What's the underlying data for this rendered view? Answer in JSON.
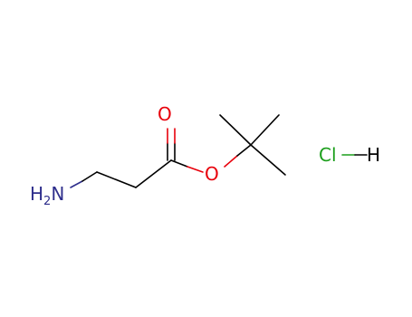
{
  "molecule": {
    "atoms": {
      "amine": {
        "text": "H",
        "sub": "2",
        "suffix": "N",
        "color": "#2e2e8c"
      },
      "carbonyl_oxygen": {
        "text": "O",
        "color": "#e8000b"
      },
      "ester_oxygen": {
        "text": "O",
        "color": "#e8000b"
      },
      "chlorine": {
        "text": "Cl",
        "color": "#1b9e1b"
      },
      "hydrogen": {
        "text": "H",
        "color": "#000000"
      }
    }
  }
}
